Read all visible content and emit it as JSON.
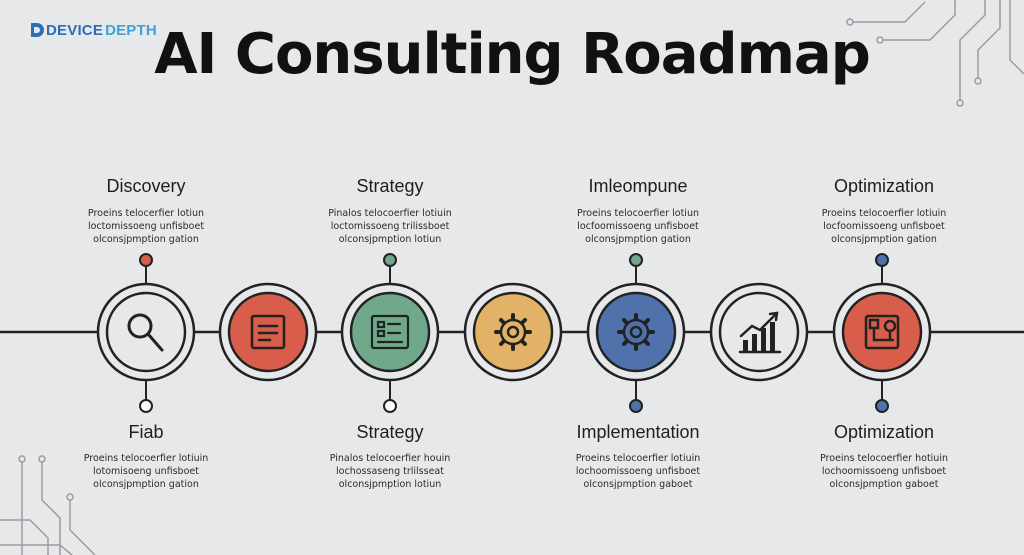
{
  "logo": {
    "part1": "DEVICE",
    "part2": "DEPTH"
  },
  "title": "AI Consulting Roadmap",
  "top_steps": [
    {
      "label": "Discovery",
      "desc": [
        "Proeins telocerfier lotiun",
        "loctomissoeng unfisboet",
        "olconsjpmption gation"
      ]
    },
    {
      "label": "Strategy",
      "desc": [
        "Pinalos telocoerfier lotiuin",
        "loctomissoeng trilissboet",
        "olconsjpmption lotiun"
      ]
    },
    {
      "label": "Imleompune",
      "desc": [
        "Proeins telocoerfier lotiun",
        "locfoomissoeng unfisboet",
        "olconsjpmption gation"
      ]
    },
    {
      "label": "Optimization",
      "desc": [
        "Proeins telocoerfier lotiuin",
        "locfoomissoeng unfisboet",
        "olconsjpmption gation"
      ]
    }
  ],
  "bottom_steps": [
    {
      "label": "Fiab",
      "desc": [
        "Proeins telocoerfier lotiuin",
        "lotomisoeng unfisboet",
        "olconsjpmption gation"
      ]
    },
    {
      "label": "Strategy",
      "desc": [
        "Pinalos telocoerfier houin",
        "lochossaseng trlilsseat",
        "olconsjpmption lotiun"
      ]
    },
    {
      "label": "Implementation",
      "desc": [
        "Proeins telocoerfier lotiuin",
        "lochoomissoeng unfisboet",
        "olconsjpmption gaboet"
      ]
    },
    {
      "label": "Optimization",
      "desc": [
        "Proeins telocoerfier hotiuin",
        "lochoomissoeng unfisboet",
        "olconsjpmption gaboet"
      ]
    }
  ],
  "nodes": [
    {
      "icon": "magnifier-icon",
      "fill": "#e7e8ea"
    },
    {
      "icon": "document-icon",
      "fill": "#d85d4b"
    },
    {
      "icon": "dashboard-icon",
      "fill": "#6fa88a"
    },
    {
      "icon": "gear-icon",
      "fill": "#e2b367"
    },
    {
      "icon": "gear-icon",
      "fill": "#4f72ad"
    },
    {
      "icon": "growth-chart-icon",
      "fill": "#e7e8ea"
    },
    {
      "icon": "workflow-icon",
      "fill": "#d85d4b"
    }
  ],
  "colors": {
    "red": "#d85d4b",
    "green": "#6fa88a",
    "gold": "#e2b367",
    "blue": "#4f72ad",
    "line": "#222222"
  }
}
